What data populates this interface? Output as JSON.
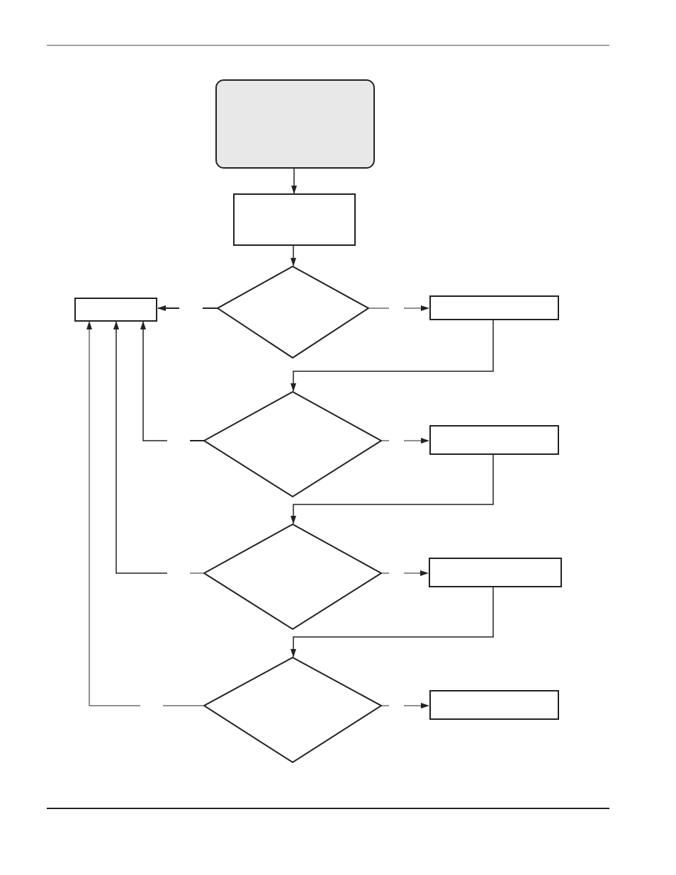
{
  "diagram": {
    "type": "flowchart",
    "colors": {
      "stroke": "#222222",
      "start_fill": "#e8e8e8",
      "page_background": "#ffffff"
    },
    "nodes": [
      {
        "id": "start",
        "shape": "rounded-rectangle",
        "label": ""
      },
      {
        "id": "process-1",
        "shape": "rectangle",
        "label": ""
      },
      {
        "id": "decision-1",
        "shape": "diamond",
        "label": ""
      },
      {
        "id": "decision-2",
        "shape": "diamond",
        "label": ""
      },
      {
        "id": "decision-3",
        "shape": "diamond",
        "label": ""
      },
      {
        "id": "decision-4",
        "shape": "diamond",
        "label": ""
      },
      {
        "id": "left-result",
        "shape": "rectangle",
        "label": ""
      },
      {
        "id": "right-result-1",
        "shape": "rectangle",
        "label": ""
      },
      {
        "id": "right-result-2",
        "shape": "rectangle",
        "label": ""
      },
      {
        "id": "right-result-3",
        "shape": "rectangle",
        "label": ""
      },
      {
        "id": "right-result-4",
        "shape": "rectangle",
        "label": ""
      }
    ],
    "edges": [
      {
        "from": "start",
        "to": "process-1"
      },
      {
        "from": "process-1",
        "to": "decision-1"
      },
      {
        "from": "decision-1",
        "to": "left-result"
      },
      {
        "from": "decision-1",
        "to": "right-result-1"
      },
      {
        "from": "right-result-1",
        "to": "decision-2"
      },
      {
        "from": "decision-2",
        "to": "left-result"
      },
      {
        "from": "decision-2",
        "to": "right-result-2"
      },
      {
        "from": "right-result-2",
        "to": "decision-3"
      },
      {
        "from": "decision-3",
        "to": "left-result"
      },
      {
        "from": "decision-3",
        "to": "right-result-3"
      },
      {
        "from": "right-result-3",
        "to": "decision-4"
      },
      {
        "from": "decision-4",
        "to": "left-result"
      },
      {
        "from": "decision-4",
        "to": "right-result-4"
      }
    ]
  }
}
